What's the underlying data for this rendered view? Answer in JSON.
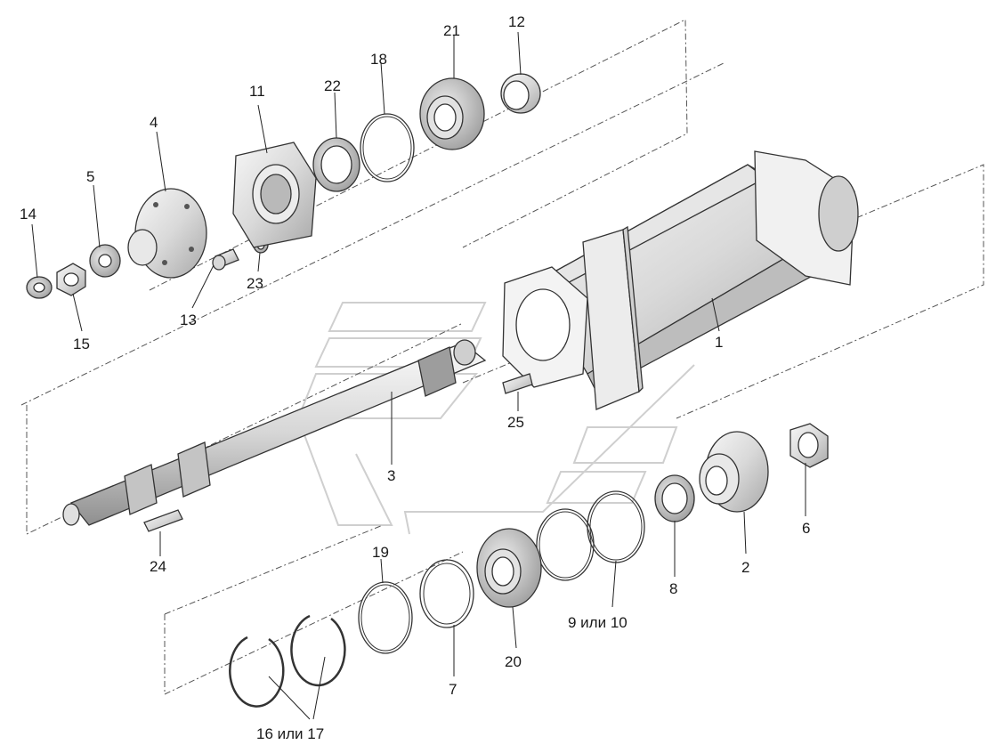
{
  "diagram": {
    "labels": {
      "p1": "1",
      "p2": "2",
      "p3": "3",
      "p4": "4",
      "p5": "5",
      "p6": "6",
      "p7": "7",
      "p8": "8",
      "p9_10": "9 или 10",
      "p11": "11",
      "p12": "12",
      "p13": "13",
      "p14": "14",
      "p15": "15",
      "p16_17": "16 или 17",
      "p18": "18",
      "p19": "19",
      "p20": "20",
      "p21": "21",
      "p22": "22",
      "p23": "23",
      "p24": "24",
      "p25": "25"
    }
  }
}
